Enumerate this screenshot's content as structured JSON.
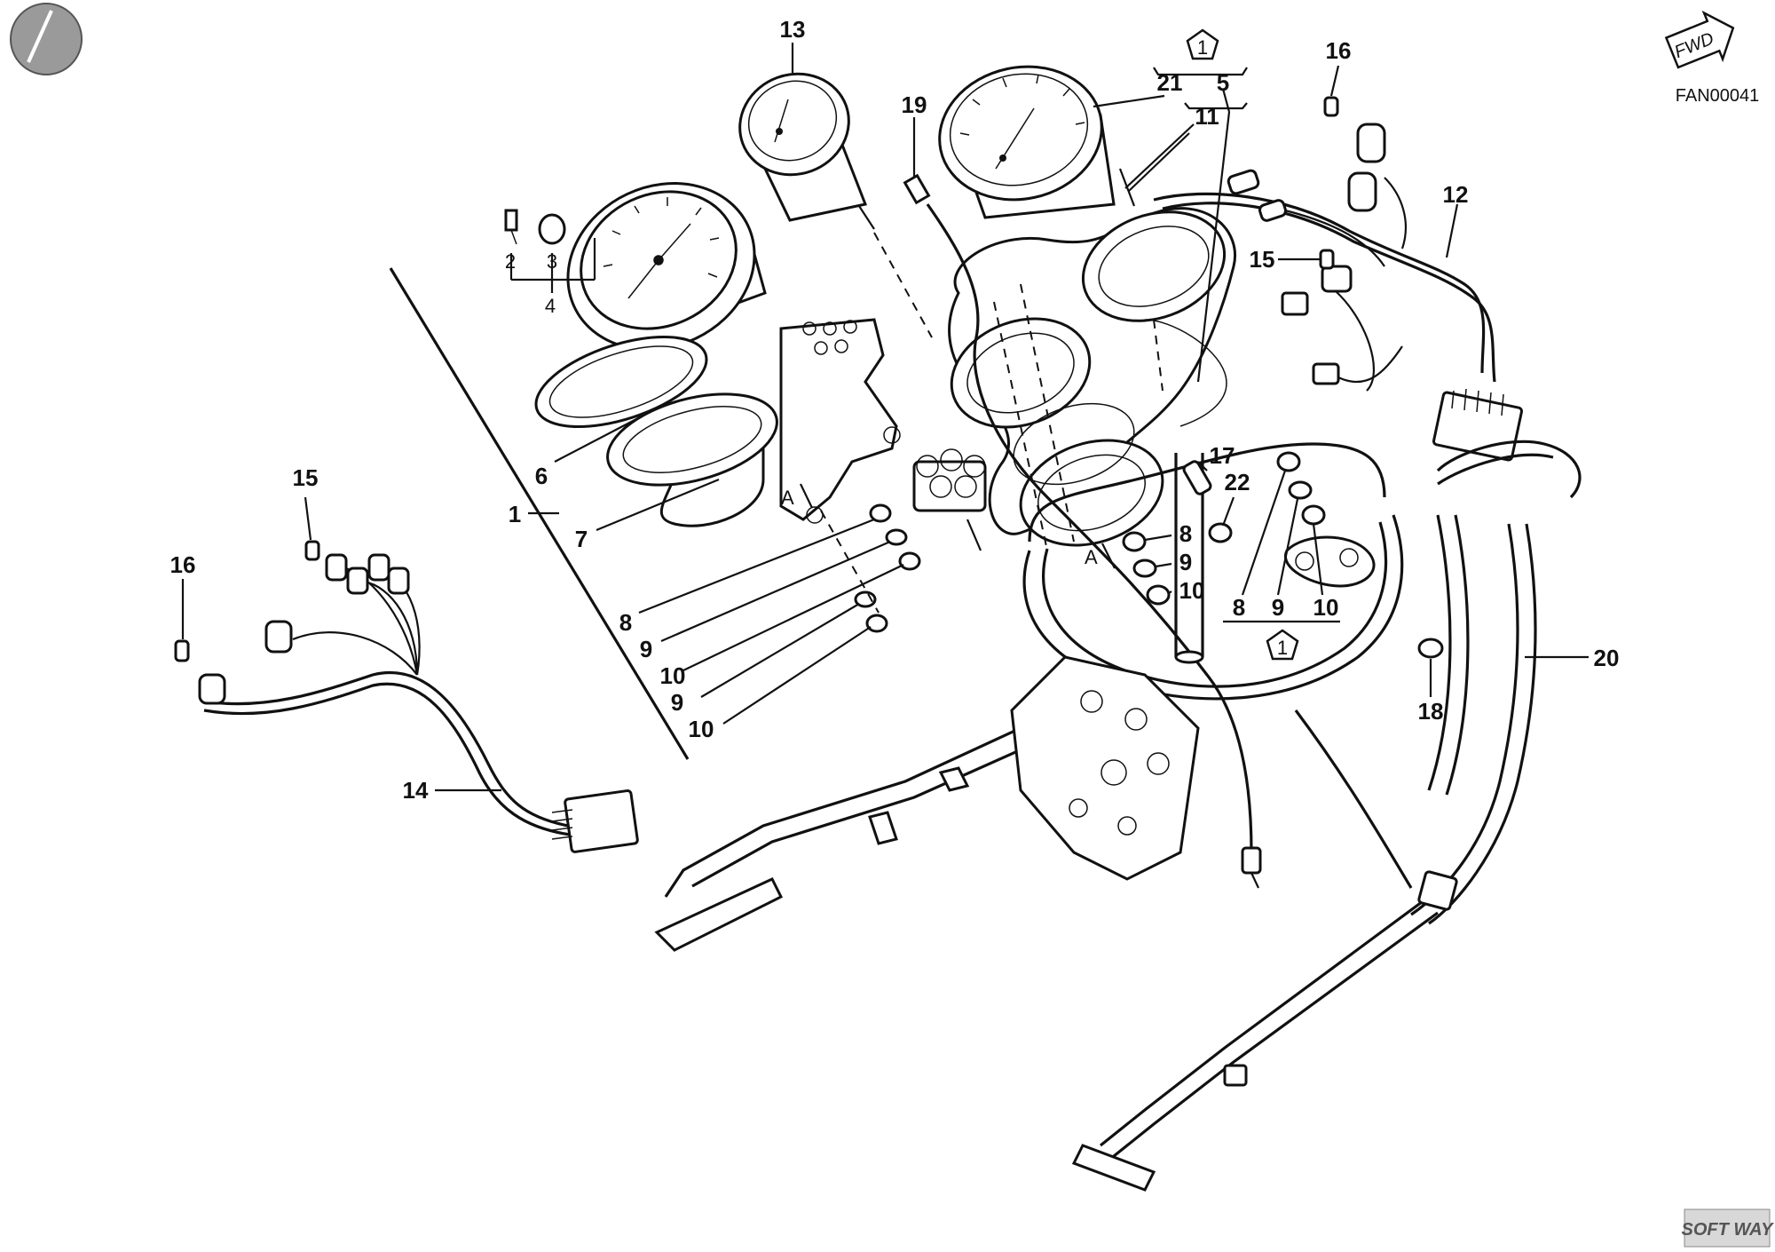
{
  "diagram": {
    "drawing_code": "FAN00041",
    "fwd_badge": "FWD",
    "soft_way_logo": "SOFT WAY",
    "group_marker": "1",
    "view_marker": "A",
    "callouts": {
      "c1": "1",
      "c2": "2",
      "c3": "3",
      "c4": "4",
      "c5": "5",
      "c6": "6",
      "c7": "7",
      "c8a": "8",
      "c8b": "8",
      "c8c": "8",
      "c9a": "9",
      "c9b": "9",
      "c9c": "9",
      "c9d": "9",
      "c10a": "10",
      "c10b": "10",
      "c10c": "10",
      "c10d": "10",
      "c11": "11",
      "c12": "12",
      "c13": "13",
      "c14": "14",
      "c15a": "15",
      "c15b": "15",
      "c16a": "16",
      "c16b": "16",
      "c17": "17",
      "c18": "18",
      "c19": "19",
      "c20": "20",
      "c21": "21",
      "c22": "22"
    }
  }
}
